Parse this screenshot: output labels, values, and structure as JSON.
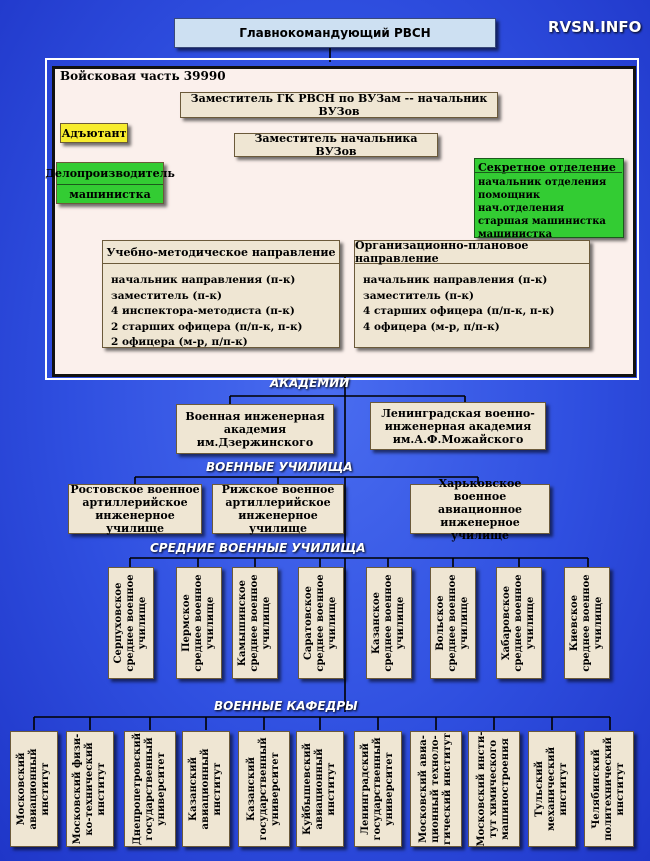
{
  "site_label": "RVSN.INFO",
  "commander": "Главнокомандующий РВСН",
  "unit_title": "Войсковая часть 39990",
  "deputy_gk": "Заместитель ГК РВСН по ВУЗам -- начальник ВУЗов",
  "adjutant": "Адъютант",
  "deputy_chief": "Заместитель начальника ВУЗов",
  "clerk": "Делопроизводитель",
  "typist": "машинистка",
  "secret_dept": {
    "title": "Секретное отделение",
    "lines": [
      "начальник отделения",
      "помощник нач.отделения",
      "старшая машинистка",
      "машинистка"
    ]
  },
  "directions": [
    {
      "title": "Учебно-методическое направление",
      "lines": [
        "начальник направления (п-к)",
        "заместитель (п-к)",
        "4 инспектора-методиста (п-к)",
        "2 старших офицера (п/п-к, п-к)",
        "2 офицера (м-р, п/п-к)"
      ]
    },
    {
      "title": "Организационно-плановое направление",
      "lines": [
        "начальник направления (п-к)",
        "заместитель (п-к)",
        "4 старших офицера (п/п-к, п-к)",
        "4 офицера (м-р, п/п-к)"
      ]
    }
  ],
  "sections": {
    "academies": "АКАДЕМИИ",
    "schools": "ВОЕННЫЕ УЧИЛИЩА",
    "secondary": "СРЕДНИЕ ВОЕННЫЕ УЧИЛИЩА",
    "departments": "ВОЕННЫЕ КАФЕДРЫ"
  },
  "academies": [
    [
      "Военная инженерная",
      "академия",
      "им.Дзержинского"
    ],
    [
      "Ленинградская военно-",
      "инженерная академия",
      "им.А.Ф.Можайского"
    ]
  ],
  "schools": [
    [
      "Ростовское военное",
      "артиллерийское",
      "инженерное училище"
    ],
    [
      "Рижское военное",
      "артиллерийское",
      "инженерное училище"
    ],
    [
      "Харьковское военное",
      "авиационное",
      "инженерное училище"
    ]
  ],
  "secondary_schools": [
    [
      "Серпуховское",
      "среднее военное",
      "училище"
    ],
    [
      "Пермское",
      "среднее военное",
      "училище"
    ],
    [
      "Камышинское",
      "среднее военное",
      "училище"
    ],
    [
      "Саратовское",
      "среднее военное",
      "училище"
    ],
    [
      "Казанское",
      "среднее военное",
      "училище"
    ],
    [
      "Вольское",
      "среднее военное",
      "училище"
    ],
    [
      "Хабаровское",
      "среднее военное",
      "училище"
    ],
    [
      "Киевское",
      "среднее военное",
      "училище"
    ]
  ],
  "departments": [
    [
      "Московский",
      "авиационный",
      "институт"
    ],
    [
      "Московский физи-",
      "ко-технический",
      "институт"
    ],
    [
      "Днепропетровский",
      "государственный",
      "университет"
    ],
    [
      "Казанский",
      "авиационный",
      "институт"
    ],
    [
      "Казанский",
      "государственный",
      "университет"
    ],
    [
      "Куйбышевский",
      "авиационный",
      "институт"
    ],
    [
      "Ленинградский",
      "государственный",
      "университет"
    ],
    [
      "Московский авиа-",
      "ционный техноло-",
      "гический институт"
    ],
    [
      "Московский инсти-",
      "тут химического",
      "машиностроения"
    ],
    [
      "Тульский",
      "механический",
      "институт"
    ],
    [
      "Челябинский",
      "политехнический",
      "институт"
    ]
  ]
}
